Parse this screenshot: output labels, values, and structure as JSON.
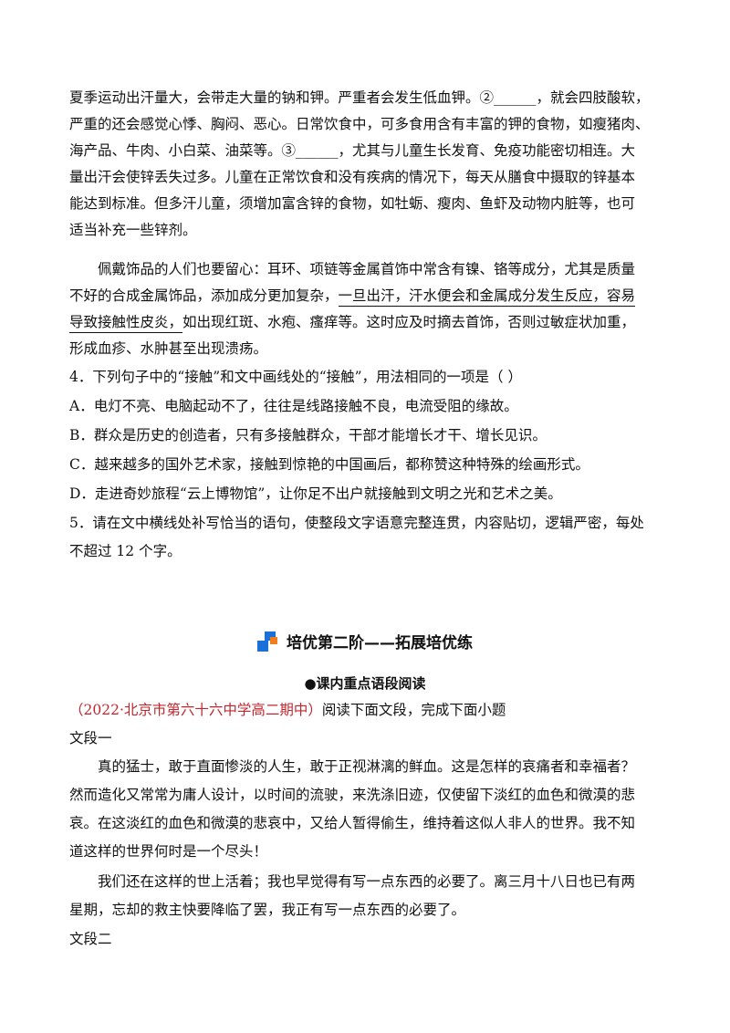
{
  "paragraph1": {
    "l1": "夏季运动出汗量大，会带走大量的钠和钾。严重者会发生低血钾。②______，就会四肢酸软，",
    "l2": "严重的还会感觉心悸、胸闷、恶心。日常饮食中，可多食用含有丰富的钾的食物，如瘦猪肉、",
    "l3": "海产品、牛肉、小白菜、油菜等。③______，尤其与儿童生长发育、免疫功能密切相连。大",
    "l4": "量出汗会使锌丢失过多。儿童在正常饮食和没有疾病的情况下，每天从膳食中摄取的锌基本",
    "l5": "能达到标准。但多汗儿童，须增加富含锌的食物，如牡蛎、瘦肉、鱼虾及动物内脏等，也可",
    "l6": "适当补充一些锌剂。"
  },
  "paragraph2": {
    "l1": "佩戴饰品的人们也要留心：耳环、项链等金属首饰中常含有镍、铬等成分，尤其是质量",
    "l2a": "不好的合成金属饰品，添加成分更加复杂，",
    "l2u": "一旦出汗，汗水便会和金属成分发生反应，容易",
    "l3u": "导致接触性皮炎，",
    "l3b": "如出现红斑、水疱、瘙痒等。这时应及时摘去首饰，否则过敏症状加重，",
    "l4": "形成血疹、水肿甚至出现溃疡。"
  },
  "q4": {
    "stem": "4．下列句子中的“接触”和文中画线处的“接触”，用法相同的一项是（    ）",
    "a": "A．电灯不亮、电脑起动不了，往往是线路接触不良，电流受阻的缘故。",
    "b": "B．群众是历史的创造者，只有多接触群众，干部才能增长才干、增长见识。",
    "c": "C．越来越多的国外艺术家，接触到惊艳的中国画后，都称赞这种特殊的绘画形式。",
    "d": "D．走进奇妙旅程“云上博物馆”，让你足不出户就接触到文明之光和艺术之美。"
  },
  "q5": {
    "l1": "5．请在文中横线处补写恰当的语句，使整段文字语意完整连贯，内容贴切，逻辑严密，每处",
    "l2": "不超过 12 个字。"
  },
  "section": {
    "title": "培优第二阶——拓展培优练",
    "subtitle": "●课内重点语段阅读"
  },
  "source": {
    "tag": "（2022·北京市第六十六中学高二期中）",
    "instruction": "阅读下面文段，完成下面小题"
  },
  "passage1": {
    "label": "文段一",
    "l1": "真的猛士，敢于直面惨淡的人生，敢于正视淋漓的鲜血。这是怎样的哀痛者和幸福者？",
    "l2": "然而造化又常常为庸人设计，以时间的流驶，来洗涤旧迹，仅使留下淡红的血色和微漠的悲",
    "l3": "哀。在这淡红的血色和微漠的悲哀中，又给人暂得偷生，维持着这似人非人的世界。我不知",
    "l4": "道这样的世界何时是一个尽头！",
    "l5": "我们还在这样的世上活着；我也早觉得有写一点东西的必要了。离三月十八日也已有两",
    "l6": "星期，忘却的救主快要降临了罢，我正有写一点东西的必要了。"
  },
  "passage2": {
    "label": "文段二"
  },
  "colors": {
    "accent_red": "#c0262d",
    "logo_blue": "#1a6fd8",
    "logo_orange": "#f07d1a"
  }
}
